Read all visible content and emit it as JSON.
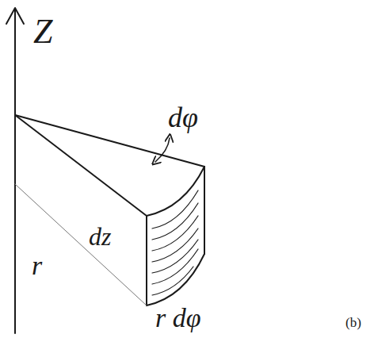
{
  "diagram": {
    "labels": [
      "Z",
      "dφ",
      "dz",
      "r",
      "r dφ",
      "(b)"
    ]
  }
}
